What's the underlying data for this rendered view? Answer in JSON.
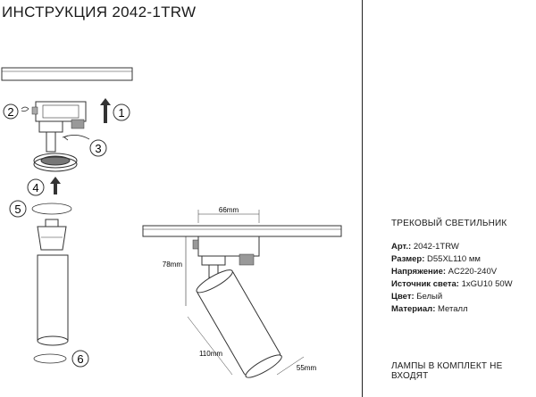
{
  "title": "ИНСТРУКЦИЯ 2042-1TRW",
  "steps": [
    "1",
    "2",
    "3",
    "4",
    "5",
    "6"
  ],
  "dimensions": {
    "width_top": "66mm",
    "height": "78mm",
    "length": "110mm",
    "diameter": "55mm"
  },
  "product_type": "ТРЕКОВЫЙ СВЕТИЛЬНИК",
  "specs": [
    {
      "label": "Арт.:",
      "value": "2042-1TRW"
    },
    {
      "label": "Размер:",
      "value": "D55XL110 мм"
    },
    {
      "label": "Напряжение:",
      "value": "AC220-240V"
    },
    {
      "label": "Источник света:",
      "value": "1xGU10 50W"
    },
    {
      "label": "Цвет:",
      "value": "Белый"
    },
    {
      "label": "Материал:",
      "value": "Металл"
    }
  ],
  "note": "ЛАМПЫ В КОМПЛЕКТ НЕ ВХОДЯТ"
}
